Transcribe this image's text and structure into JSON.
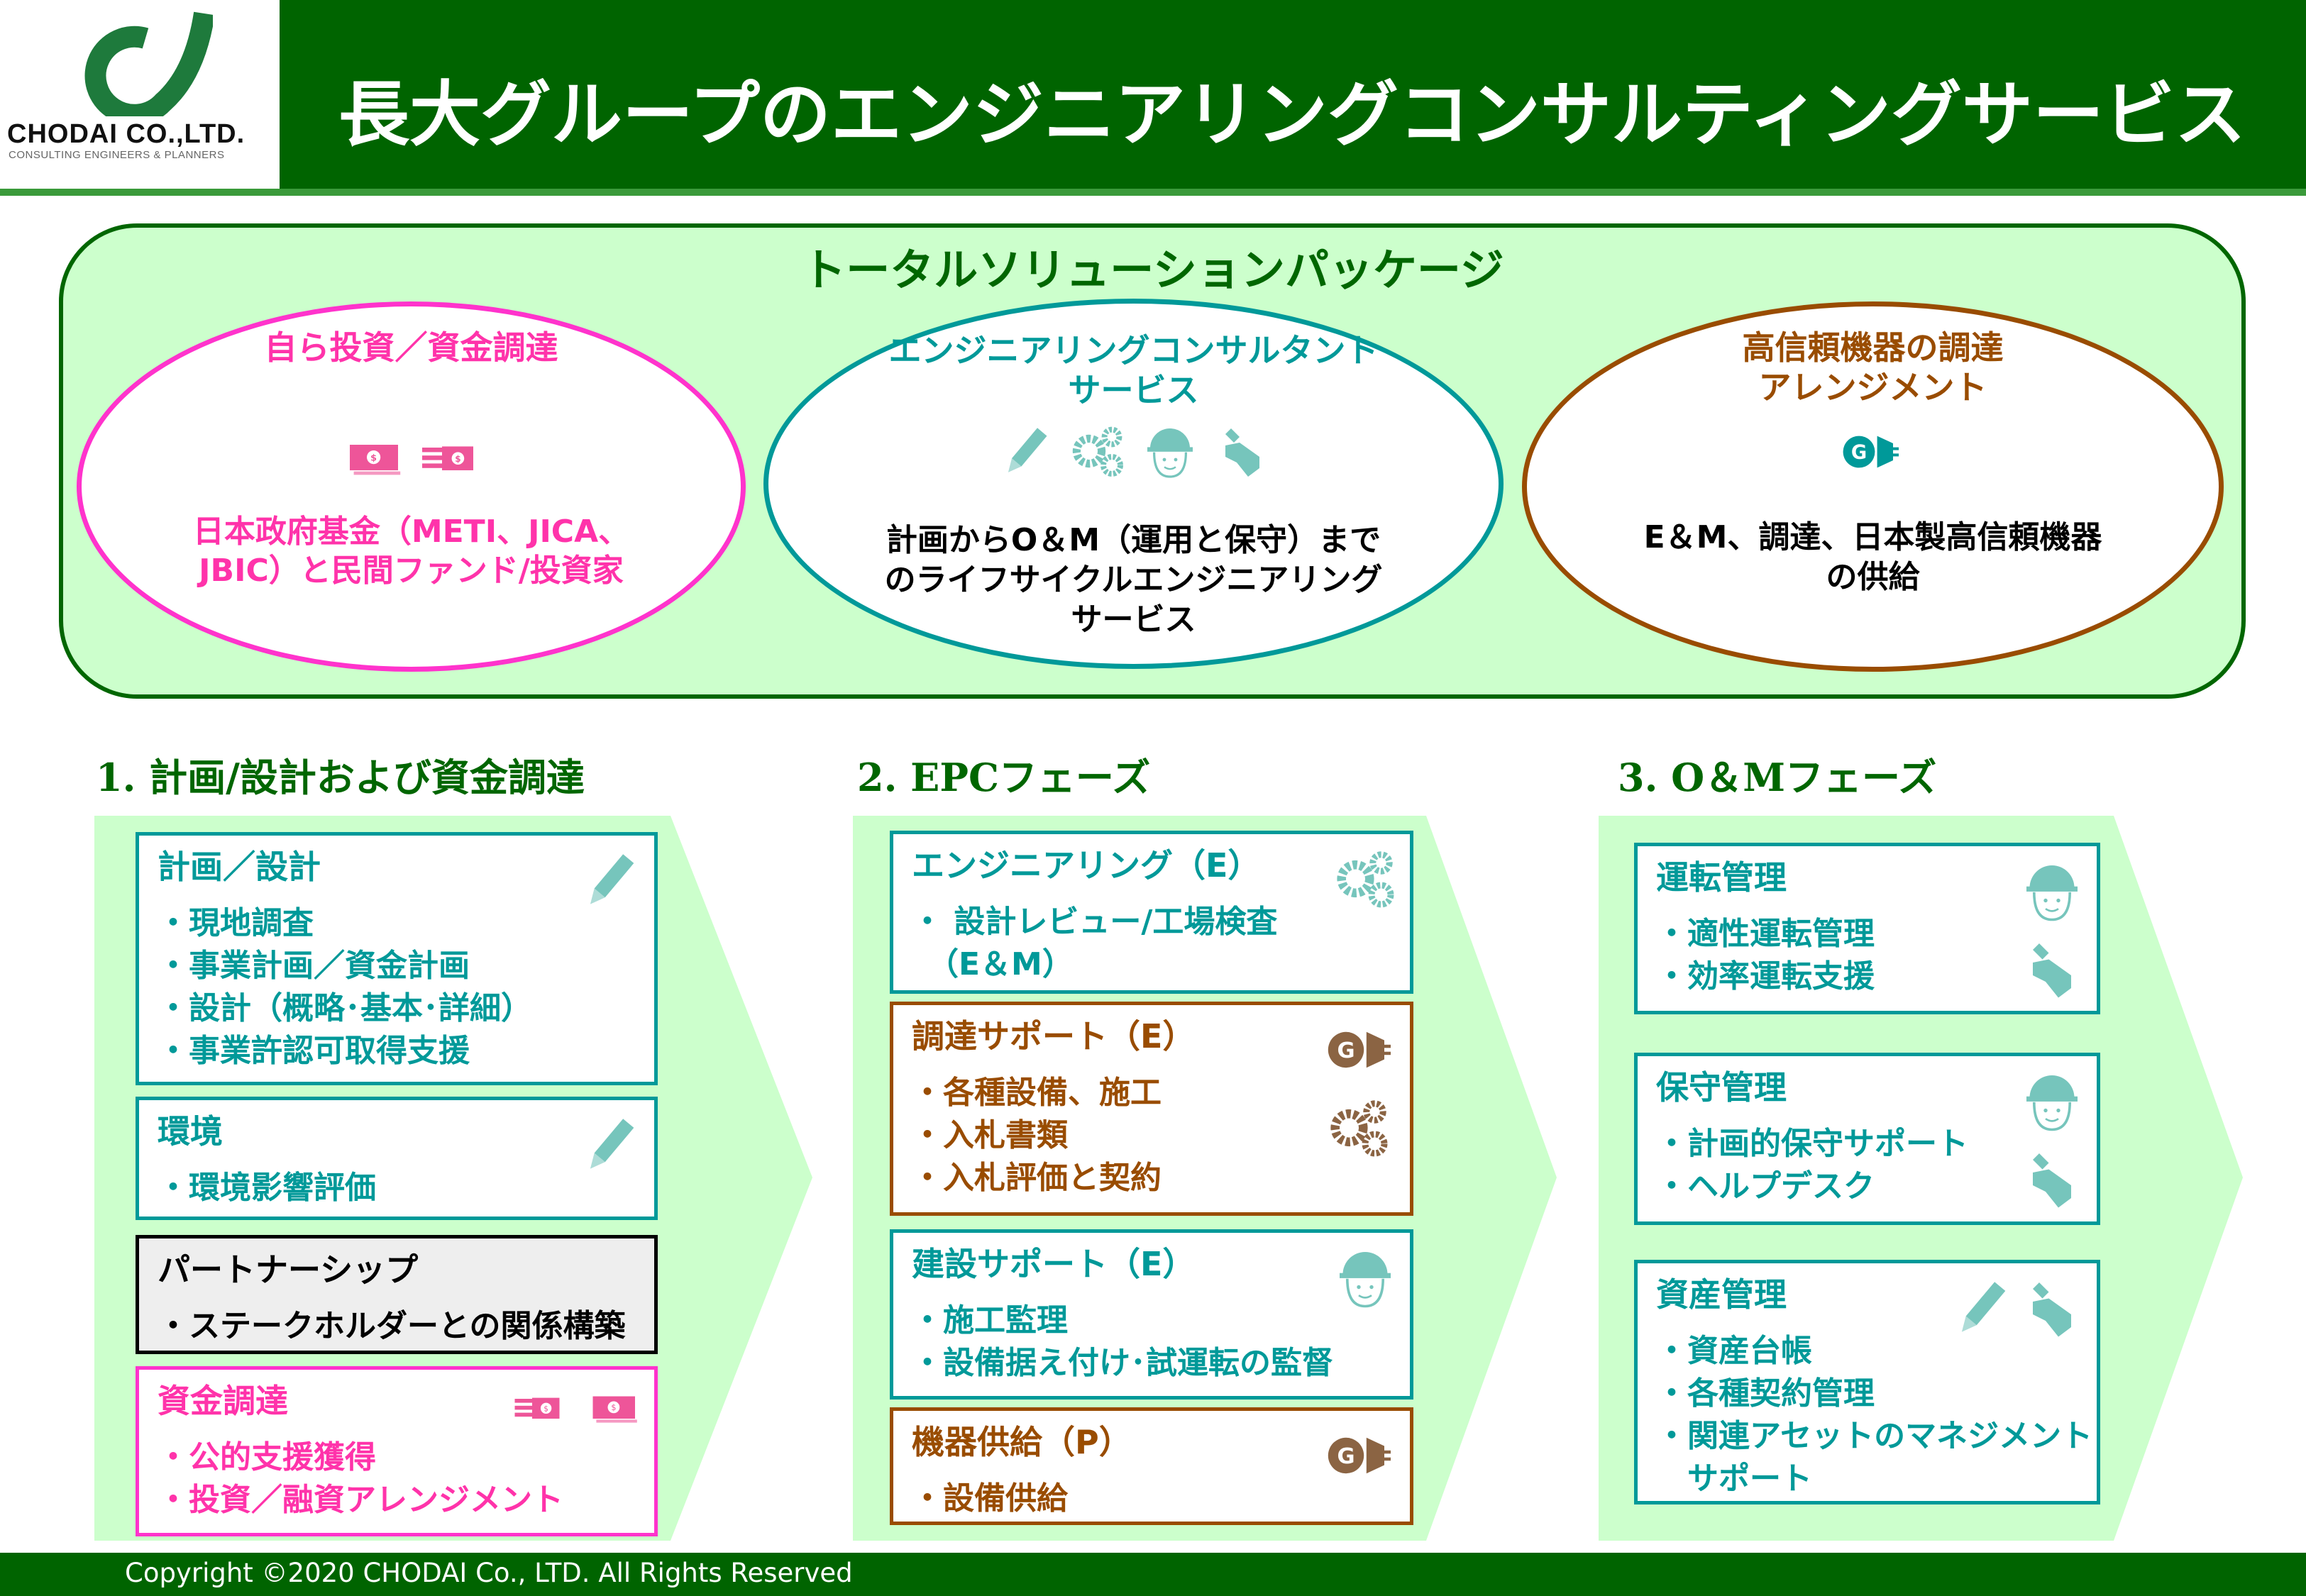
{
  "header": {
    "title": "長大グループのエンジニアリングコンサルティングサービス",
    "logo_name": "CHODAI CO.,LTD.",
    "logo_sub": "CONSULTING ENGINEERS & PLANNERS"
  },
  "panel": {
    "title": "トータルソリューションパッケージ",
    "ellipses": [
      {
        "title": [
          "自ら投資／資金調達"
        ],
        "icons": [
          "money-bill-icon",
          "money-hand-icon"
        ],
        "desc": [
          "日本政府基金（METI、JICA、",
          "JBIC）と民間ファンド/投資家"
        ]
      },
      {
        "title": [
          "エンジニアリングコンサルタント",
          "サービス"
        ],
        "icons": [
          "pencil-icon",
          "gears-icon",
          "helmet-worker-icon",
          "wrench-icon"
        ],
        "desc": [
          "計画からO＆M（運用と保守）まで",
          "のライフサイクルエンジニアリング",
          "サービス"
        ]
      },
      {
        "title": [
          "高信頼機器の調達",
          "アレンジメント"
        ],
        "icons": [
          "generator-plug-icon"
        ],
        "desc": [
          "E＆M、調達、日本製高信頼機器",
          "の供給"
        ]
      }
    ]
  },
  "phases": [
    {
      "title": "1. 計画/設計および資金調達",
      "boxes": [
        {
          "style": "teal",
          "title": "計画／設計",
          "items": [
            "・現地調査",
            "・事業計画／資金計画",
            "・設計（概略･基本･詳細）",
            "・事業許認可取得支援"
          ],
          "icons": [
            "pencil-icon"
          ]
        },
        {
          "style": "teal",
          "title": "環境",
          "items": [
            "・環境影響評価"
          ],
          "icons": [
            "pencil-icon"
          ]
        },
        {
          "style": "gray",
          "title": "パートナーシップ",
          "items": [
            "・ステークホルダーとの関係構築"
          ],
          "icons": []
        },
        {
          "style": "pink",
          "title": "資金調達",
          "items": [
            "・公的支援獲得",
            "・投資／融資アレンジメント"
          ],
          "icons": [
            "money-hand-icon",
            "money-bill-icon"
          ]
        }
      ]
    },
    {
      "title": "2. EPCフェーズ",
      "boxes": [
        {
          "style": "teal",
          "title": "エンジニアリング（E）",
          "items": [
            "・ 設計レビュー/工場検査",
            "　（E＆M）"
          ],
          "icons": [
            "gears-icon"
          ]
        },
        {
          "style": "brown",
          "title": "調達サポート（E）",
          "items": [
            "・各種設備、施工",
            "・入札書類",
            "・入札評価と契約"
          ],
          "icons": [
            "generator-plug-icon",
            "gears-icon"
          ]
        },
        {
          "style": "teal",
          "title": "建設サポート（E）",
          "items": [
            "・施工監理",
            "・設備据え付け･試運転の監督"
          ],
          "icons": [
            "helmet-worker-icon"
          ]
        },
        {
          "style": "brown",
          "title": "機器供給（P）",
          "items": [
            "・設備供給"
          ],
          "icons": [
            "generator-plug-icon"
          ]
        }
      ]
    },
    {
      "title": "3. O＆Mフェーズ",
      "boxes": [
        {
          "style": "teal",
          "title": "運転管理",
          "items": [
            "・適性運転管理",
            "・効率運転支援"
          ],
          "icons": [
            "helmet-worker-icon",
            "wrench-icon"
          ]
        },
        {
          "style": "teal",
          "title": "保守管理",
          "items": [
            "・計画的保守サポート",
            "・ヘルプデスク"
          ],
          "icons": [
            "helmet-worker-icon",
            "wrench-icon"
          ]
        },
        {
          "style": "teal",
          "title": "資産管理",
          "items": [
            "・資産台帳",
            "・各種契約管理",
            "・関連アセットのマネジメント",
            "　サポート"
          ],
          "icons": [
            "pencil-icon",
            "wrench-icon"
          ]
        }
      ]
    }
  ],
  "footer": {
    "copyright": "Copyright ©2020 CHODAI Co., LTD. All Rights Reserved"
  },
  "colors": {
    "header": "#006400",
    "panel_bg": "#ccffcc",
    "pink": "#ff33cc",
    "teal": "#009999",
    "brown": "#994c00",
    "icon_teal": "#76c5bc",
    "icon_brown": "#8b6443",
    "icon_pink": "#ee5599"
  }
}
